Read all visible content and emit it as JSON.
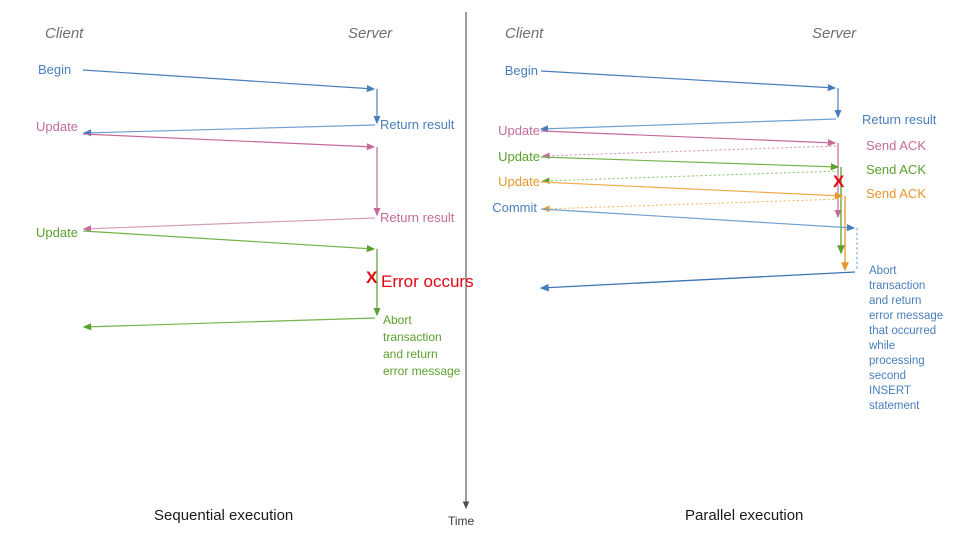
{
  "diagram": {
    "title_hidden": "",
    "time_axis": {
      "label": "Time",
      "color": "#4d4d4d"
    },
    "colors": {
      "blue": "#4a7ebb",
      "blue_light": "#8fb4dd",
      "pink": "#c46b9b",
      "pink_light": "#d9a3c0",
      "green": "#5aa02c",
      "green_light": "#95c977",
      "orange": "#e8972a",
      "orange_light": "#f2bd72",
      "red": "#e30613",
      "gray": "#6f6f6f"
    }
  },
  "left_panel": {
    "caption": "Sequential execution",
    "headers": {
      "client": "Client",
      "server": "Server"
    },
    "messages": [
      {
        "label": "Begin",
        "color": "blue",
        "side": "client"
      },
      {
        "label": "Return result",
        "color": "blue",
        "side": "server"
      },
      {
        "label": "Update",
        "color": "pink",
        "side": "client"
      },
      {
        "label": "Return result",
        "color": "pink",
        "side": "server"
      },
      {
        "label": "Update",
        "color": "green",
        "side": "client"
      }
    ],
    "error": {
      "marker": "X",
      "label": "Error occurs",
      "color": "red"
    },
    "abort_note": {
      "color": "green",
      "lines": [
        "Abort",
        "transaction",
        "and return",
        "error message"
      ]
    }
  },
  "right_panel": {
    "caption": "Parallel execution",
    "headers": {
      "client": "Client",
      "server": "Server"
    },
    "client_messages": [
      {
        "label": "Begin",
        "color": "blue"
      },
      {
        "label": "Update",
        "color": "pink"
      },
      {
        "label": "Update",
        "color": "green"
      },
      {
        "label": "Update",
        "color": "orange"
      },
      {
        "label": "Commit",
        "color": "blue"
      }
    ],
    "server_messages": [
      {
        "label": "Return result",
        "color": "blue"
      },
      {
        "label": "Send ACK",
        "color": "pink"
      },
      {
        "label": "Send ACK",
        "color": "green"
      },
      {
        "label": "Send ACK",
        "color": "orange"
      }
    ],
    "error": {
      "marker": "X",
      "color": "red"
    },
    "abort_note": {
      "color": "blue",
      "lines": [
        "Abort",
        "transaction",
        "and return",
        "error message",
        "that occurred",
        "while",
        "processing",
        "second",
        "INSERT",
        "statement"
      ]
    }
  }
}
